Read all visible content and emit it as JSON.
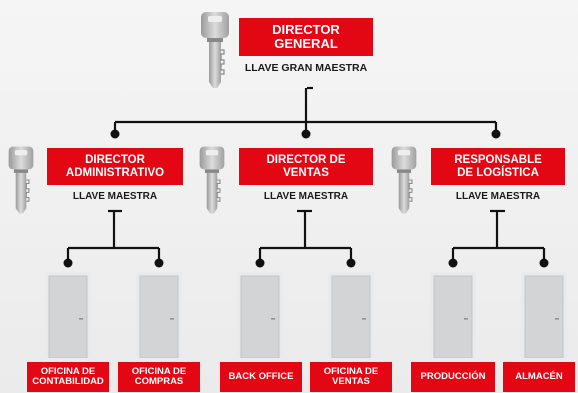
{
  "colors": {
    "accent": "#e30613",
    "line": "#111111",
    "door": "#d4d6d8",
    "key": "#b9b9b9"
  },
  "director": {
    "title": "DIRECTOR\nGENERAL",
    "key_label": "LLAVE GRAN MAESTRA",
    "icon": "key-icon"
  },
  "managers": [
    {
      "title": "DIRECTOR\nADMINISTRATIVO",
      "key_label": "LLAVE MAESTRA",
      "icon": "key-icon"
    },
    {
      "title": "DIRECTOR DE\nVENTAS",
      "key_label": "LLAVE MAESTRA",
      "icon": "key-icon"
    },
    {
      "title": "RESPONSABLE\nDE LOGÍSTICA",
      "key_label": "LLAVE MAESTRA",
      "icon": "key-icon"
    }
  ],
  "offices": [
    {
      "label": "OFICINA DE\nCONTABILIDAD",
      "icon": "door-icon"
    },
    {
      "label": "OFICINA DE\nCOMPRAS",
      "icon": "door-icon"
    },
    {
      "label": "BACK OFFICE",
      "icon": "door-icon"
    },
    {
      "label": "OFICINA DE\nVENTAS",
      "icon": "door-icon"
    },
    {
      "label": "PRODUCCIÓN",
      "icon": "door-icon"
    },
    {
      "label": "ALMACÉN",
      "icon": "door-icon"
    }
  ]
}
